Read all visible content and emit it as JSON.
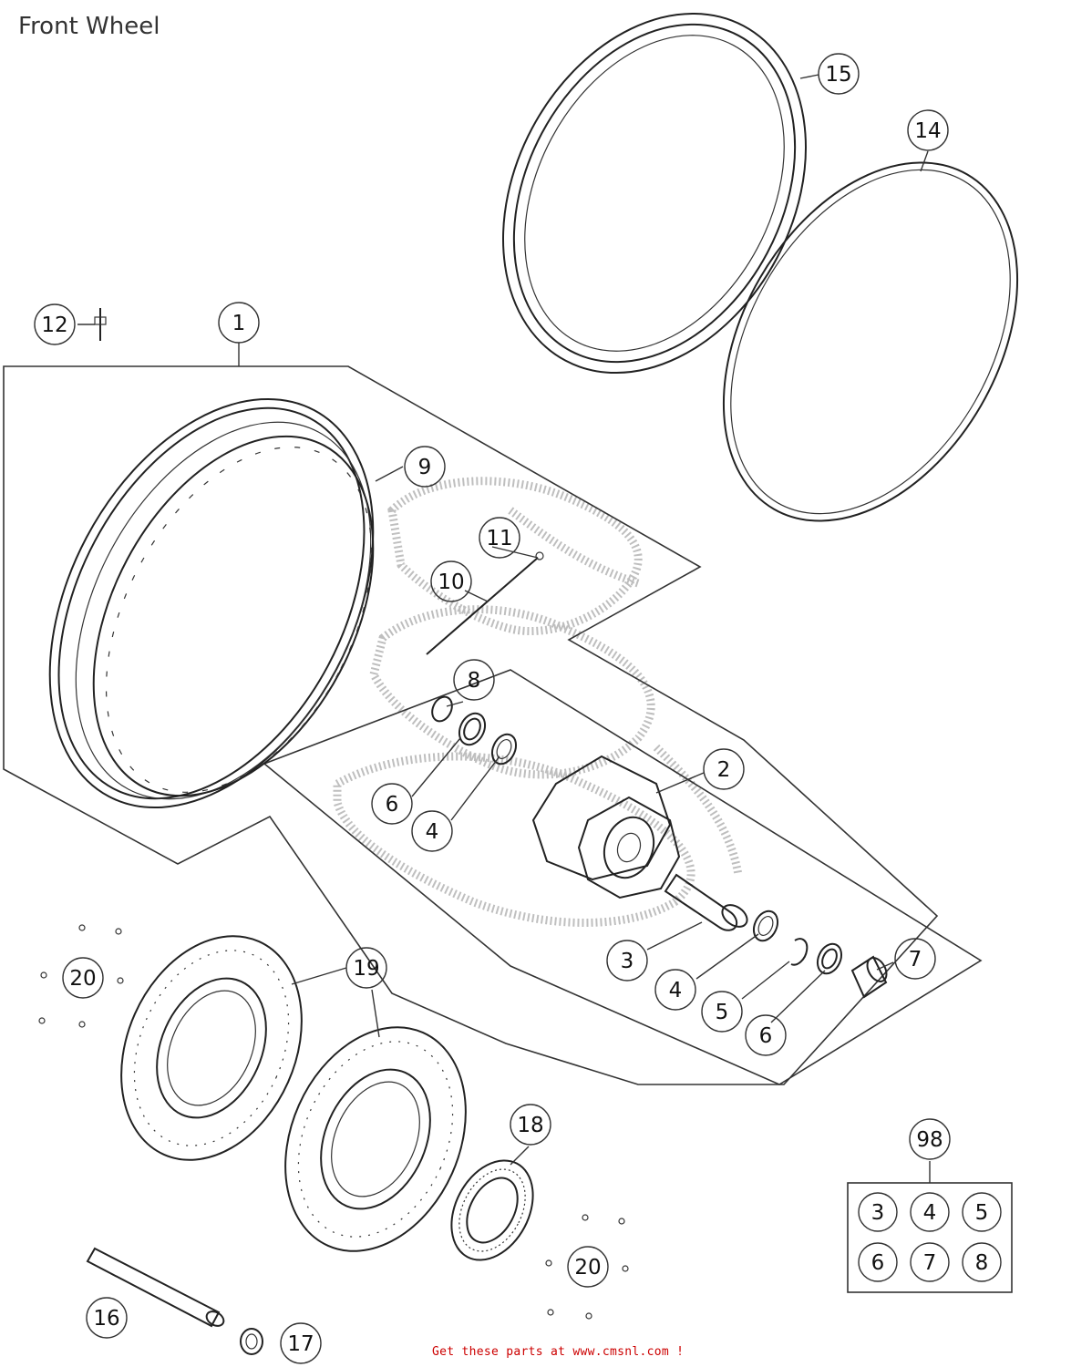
{
  "title": "Front Wheel",
  "footer": "Get these parts at www.cmsnl.com !",
  "callouts": {
    "c1": "1",
    "c2": "2",
    "c3a": "3",
    "c4a": "4",
    "c4b": "4",
    "c5": "5",
    "c6a": "6",
    "c6b": "6",
    "c7": "7",
    "c8": "8",
    "c9": "9",
    "c10": "10",
    "c11": "11",
    "c12": "12",
    "c14": "14",
    "c15": "15",
    "c16": "16",
    "c17": "17",
    "c18": "18",
    "c19": "19",
    "c20a": "20",
    "c20b": "20",
    "c98": "98"
  },
  "kit_98": [
    "3",
    "4",
    "5",
    "6",
    "7",
    "8"
  ]
}
